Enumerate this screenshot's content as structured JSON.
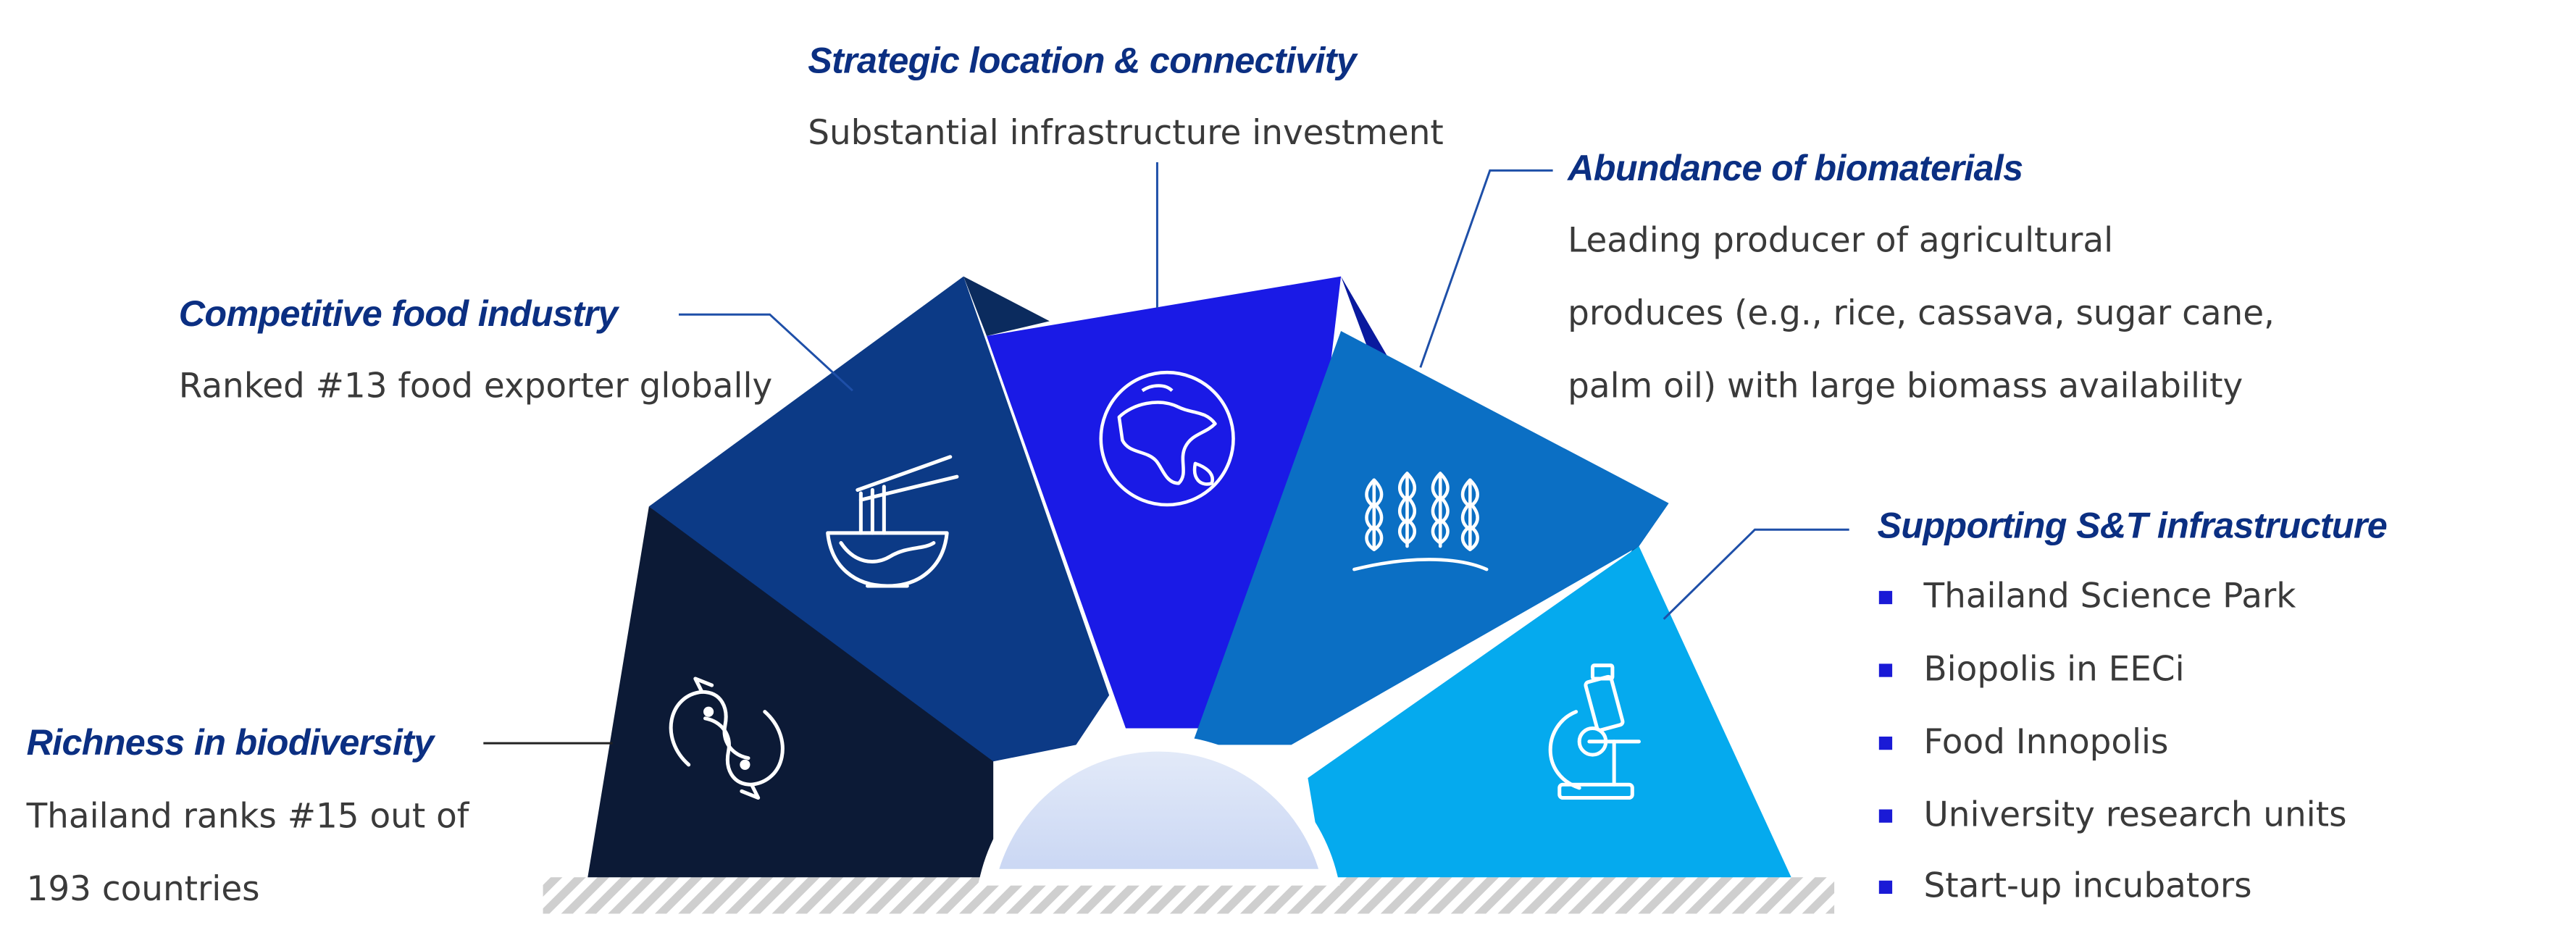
{
  "segments": [
    {
      "id": "biodiversity",
      "heading": "Richness in biodiversity",
      "lines": [
        "Thailand ranks #15 out of",
        "193 countries"
      ],
      "icon": "fish-yin-yang-icon",
      "color": "#0c1a36"
    },
    {
      "id": "food",
      "heading": "Competitive food industry",
      "lines": [
        "Ranked #13 food exporter globally"
      ],
      "icon": "noodle-bowl-icon",
      "color": "#0c3a86"
    },
    {
      "id": "location",
      "heading": "Strategic location & connectivity",
      "lines": [
        "Substantial infrastructure investment"
      ],
      "icon": "globe-icon",
      "color": "#1a1ae6"
    },
    {
      "id": "biomaterials",
      "heading": "Abundance of biomaterials",
      "lines": [
        "Leading producer of agricultural",
        "produces (e.g., rice, cassava, sugar cane,",
        "palm oil) with large biomass availability"
      ],
      "icon": "wheat-icon",
      "color": "#0b6fc4"
    },
    {
      "id": "infrastructure",
      "heading": "Supporting S&T infrastructure",
      "bullets": [
        "Thailand Science Park",
        "Biopolis in EECi",
        "Food Innopolis",
        "University research units",
        "Start-up incubators"
      ],
      "icon": "microscope-icon",
      "color": "#05aaee"
    }
  ],
  "colors": {
    "heading": "#0b2f82",
    "text": "#3a3a3a",
    "bullet": "#1a1ad6",
    "leader": "#1e4fa8"
  }
}
